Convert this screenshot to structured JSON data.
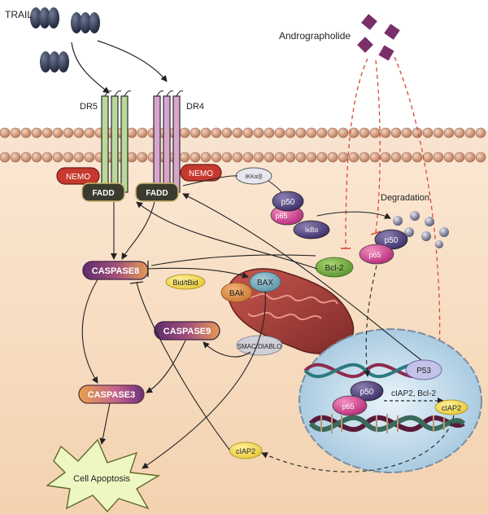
{
  "ligands": {
    "trail": "TRAIL",
    "andrographolide": "Andrographolide"
  },
  "receptors": {
    "dr5": "DR5",
    "dr4": "DR4"
  },
  "adaptors": {
    "nemo": "NEMO",
    "fadd": "FADD"
  },
  "nfkb": {
    "ikk": "IKKα/β",
    "p50": "p50",
    "p65": "p65",
    "ikba": "IκBα",
    "degradation": "Degradation"
  },
  "apoptosis": {
    "caspase8": "CASPASE8",
    "caspase9": "CASPASE9",
    "caspase3": "CASPASE3",
    "bid": "Bid/tBid",
    "bak": "BAk",
    "bax": "BAX",
    "bcl2": "Bcl-2",
    "smac": "SMAC/DIABLO",
    "cell_apoptosis": "Cell Apoptosis"
  },
  "nucleus": {
    "p53": "P53",
    "targets": "cIAP2, Bcl-2",
    "ciap2_product": "cIAP2",
    "ciap2_cytoplasm": "cIAP2"
  },
  "colors": {
    "background": "#f6dcc0",
    "membrane_head": "#dca482",
    "dr5_stalk": "#b9d99a",
    "dr4_stalk": "#d9a5cf",
    "nemo": "#c6392e",
    "fadd": "#3b3b30",
    "caspase_fill": "#9a4a78",
    "caspase3_fill": "#f0a14b",
    "mito": "#a3403a",
    "nucleus": "#cfe3f0",
    "inhibitor_arrow": "#d9493a"
  }
}
